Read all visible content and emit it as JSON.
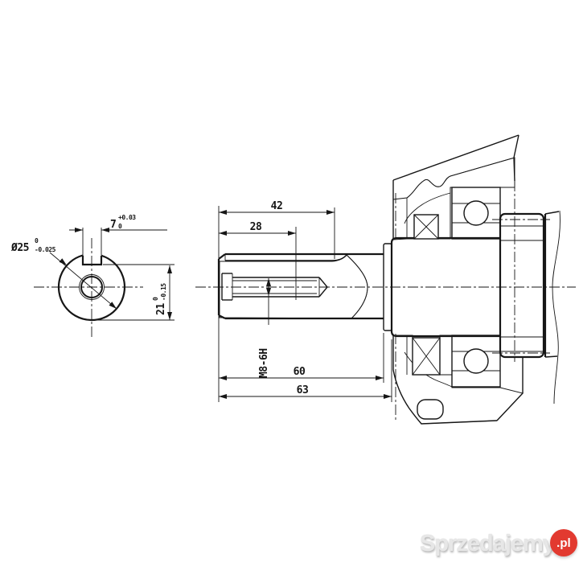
{
  "drawing": {
    "dim_42": "42",
    "dim_28": "28",
    "dim_60": "60",
    "dim_63": "63",
    "thread_label": "M8-6H",
    "keyway_width": {
      "value": "7",
      "upper": "+0.03",
      "lower": "0"
    },
    "shaft_diameter": {
      "value": "Ø25",
      "upper": "0",
      "lower": "-0.025"
    },
    "key_height": {
      "value": "21",
      "upper": "0",
      "lower": "-0.15"
    }
  },
  "watermark": {
    "brand": "Sprzedajemy",
    "tld": ".pl",
    "badge_color": "#e23a30"
  },
  "colors": {
    "line": "#161616",
    "background": "#ffffff"
  }
}
